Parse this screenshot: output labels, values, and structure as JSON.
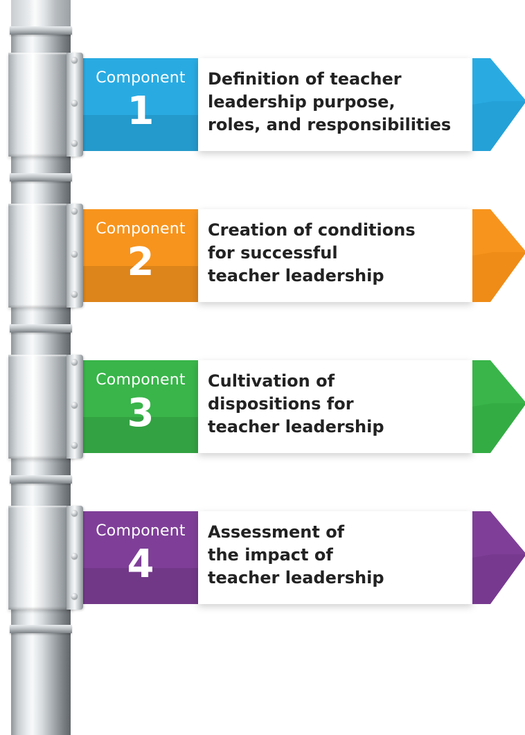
{
  "components": [
    {
      "label": "Component",
      "number": "1",
      "title": "Definition of teacher\nleadership purpose,\nroles, and responsibilities",
      "color": "#29abe2",
      "color_dark": "#1e90c4"
    },
    {
      "label": "Component",
      "number": "2",
      "title": "Creation of conditions\nfor successful\nteacher leadership",
      "color": "#f7941d",
      "color_dark": "#e07f0d"
    },
    {
      "label": "Component",
      "number": "3",
      "title": "Cultivation of\ndispositions for\nteacher leadership",
      "color": "#39b54a",
      "color_dark": "#2a9a3a"
    },
    {
      "label": "Component",
      "number": "4",
      "title": "Assessment of\nthe impact of\nteacher leadership",
      "color": "#7f3f98",
      "color_dark": "#6a2f82"
    }
  ]
}
